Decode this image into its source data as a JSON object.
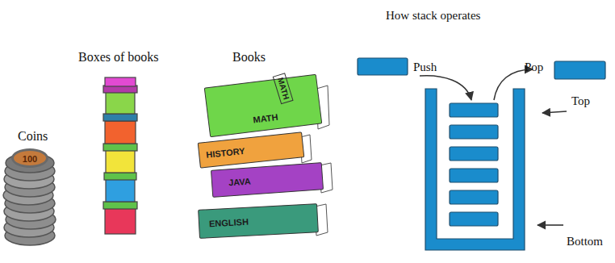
{
  "diagram": {
    "nodes": [
      {
        "text": [
          "100"
        ]
      },
      {
        "text": [
          "MATH",
          "MATH"
        ]
      },
      {
        "text": [
          "HISTORY"
        ]
      },
      {
        "text": [
          "JAVA"
        ]
      },
      {
        "text": [
          "ENGLISH"
        ]
      }
    ],
    "labels": [
      "How stack operates",
      "Coins",
      "Boxes of books",
      "Books",
      "Push",
      "Pop",
      "Top",
      "Bottom"
    ]
  }
}
